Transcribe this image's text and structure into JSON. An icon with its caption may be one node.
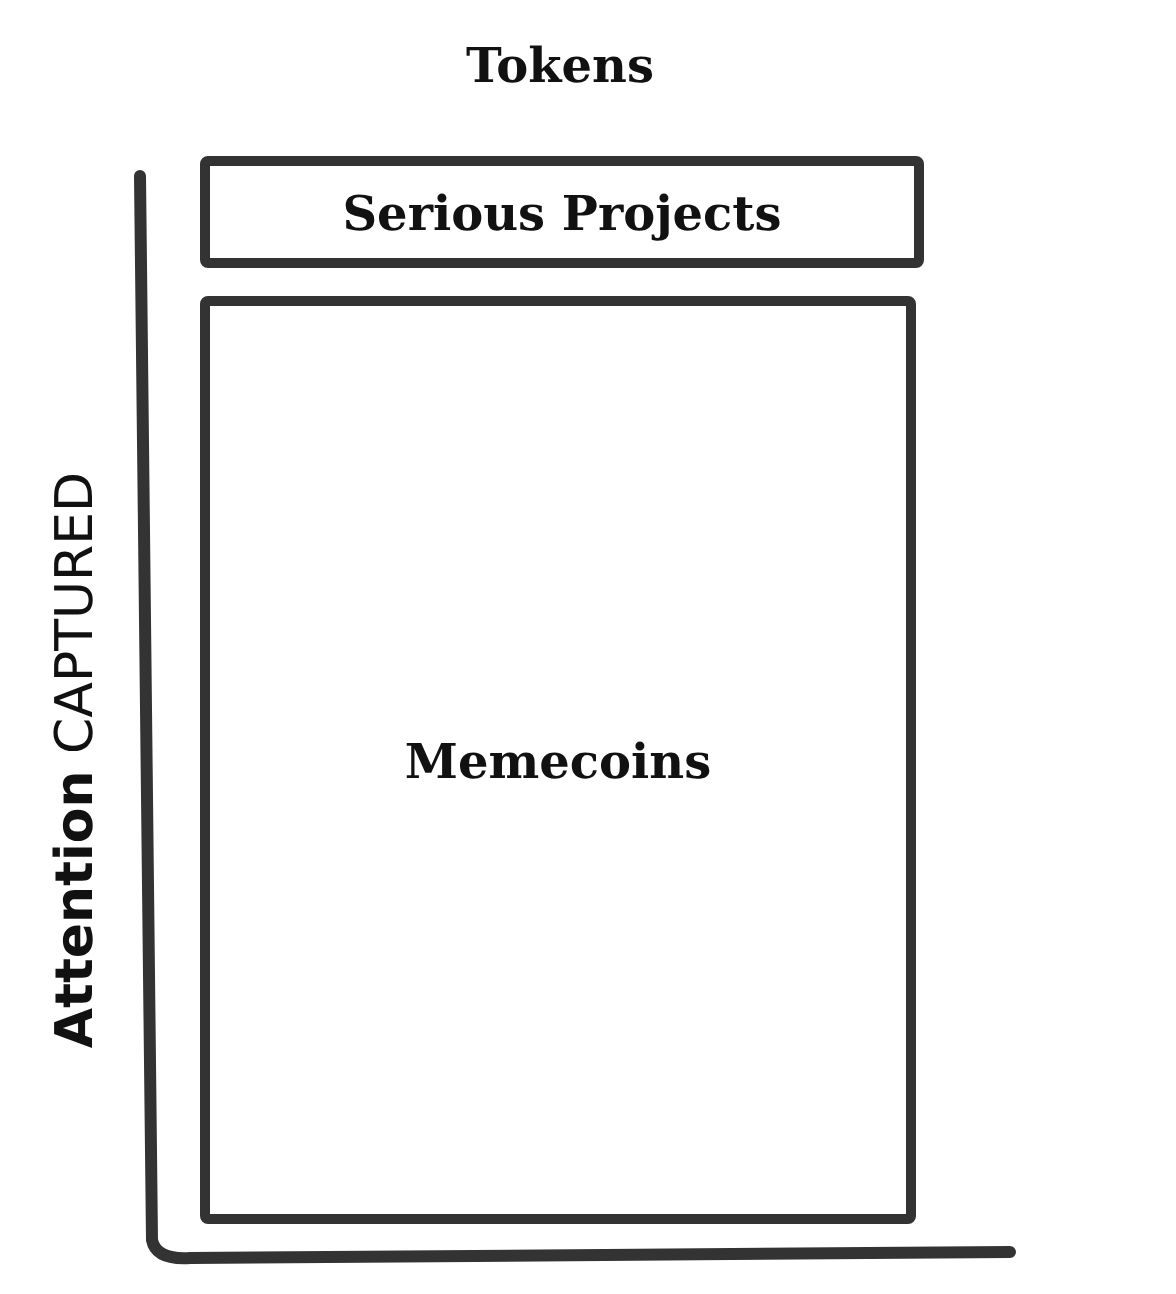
{
  "diagram": {
    "title": "Tokens",
    "nodes": [
      {
        "text": [
          "Serious Projects"
        ]
      },
      {
        "text": [
          "Memecoins"
        ]
      }
    ],
    "edges": [],
    "labels": [
      "**Attention** CAPTURED"
    ]
  }
}
